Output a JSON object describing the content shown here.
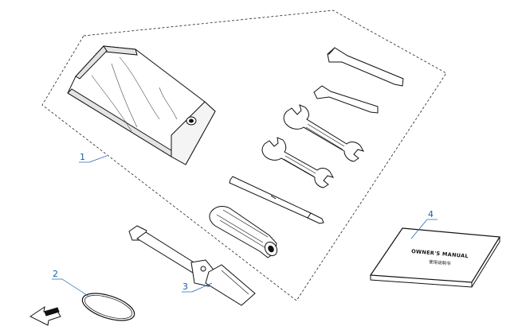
{
  "callouts": {
    "c1": "1",
    "c2": "2",
    "c3": "3",
    "c4": "4"
  },
  "manual": {
    "title": "OWNER'S MANUAL",
    "subtitle": "使用说明书"
  },
  "colors": {
    "line": "#111111",
    "callout": "#1a5fa8",
    "leader": "#1a5fa8"
  },
  "icons": {
    "orientation": "direction-arrow-icon"
  }
}
